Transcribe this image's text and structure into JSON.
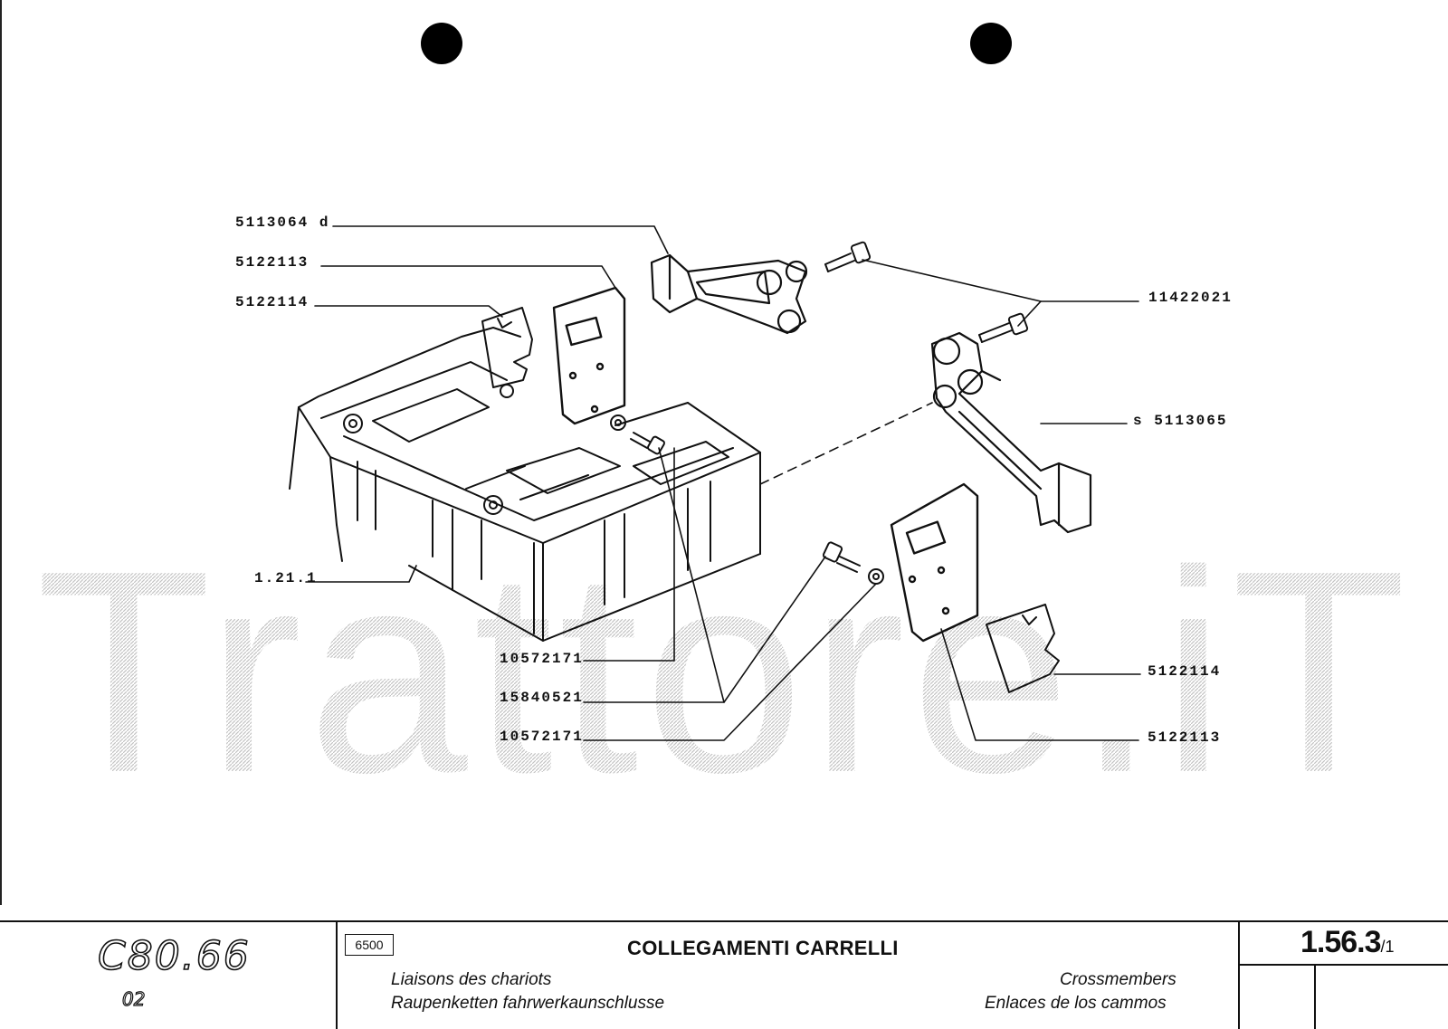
{
  "watermark": "Trattore.iT",
  "callouts": {
    "c1": "5113064 d",
    "c2": "5122113",
    "c3": "5122114",
    "c4": "11422021",
    "c5": "s 5113065",
    "c6": "1.21.1",
    "c7": "10572171",
    "c8": "15840521",
    "c9": "10572171",
    "c10": "5122114",
    "c11": "5122113"
  },
  "footer": {
    "model": "C80.66",
    "model_sub": "02",
    "group_code": "6500",
    "title": "COLLEGAMENTI CARRELLI",
    "fr": "Liaisons des chariots",
    "de": "Raupenketten fahrwerkaunschlusse",
    "en": "Crossmembers",
    "es": "Enlaces de los cammos",
    "page_ref": "1.56.3",
    "page_sub": "/1"
  }
}
